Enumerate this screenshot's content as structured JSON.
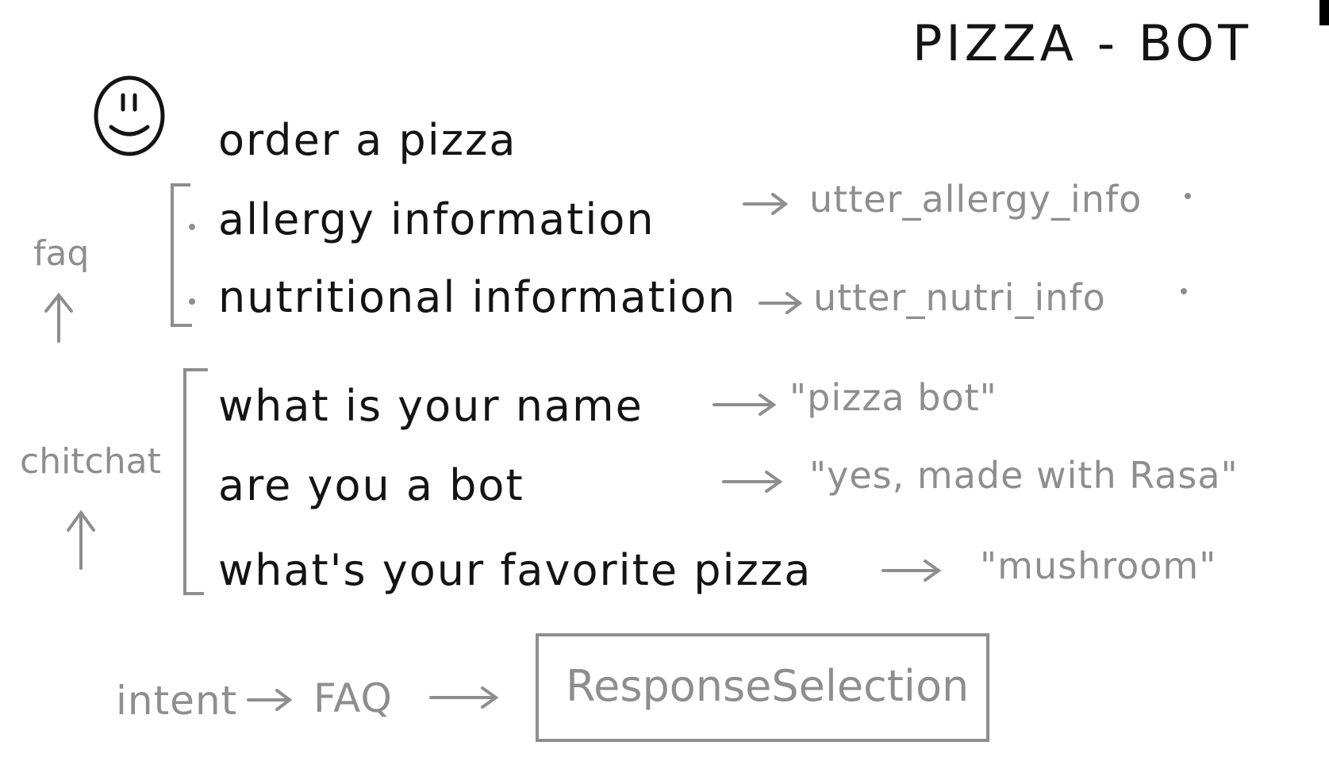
{
  "title": "PIZZA - BOT",
  "intents": [
    {
      "label": "order a pizza"
    },
    {
      "label": "allergy information",
      "response": "utter_allergy_info"
    },
    {
      "label": "nutritional information",
      "response": "utter_nutri_info"
    },
    {
      "label": "what is your name",
      "response": "\"pizza bot\""
    },
    {
      "label": "are you a bot",
      "response": "\"yes, made with Rasa\""
    },
    {
      "label": "what's your favorite pizza",
      "response": "\"mushroom\""
    }
  ],
  "groups": {
    "faq": "faq",
    "chitchat": "chitchat"
  },
  "flow": {
    "intent": "intent",
    "faq": "FAQ",
    "box": "ResponseSelection"
  },
  "colors": {
    "ink": "#141414",
    "gray_ink": "#8e8e8e"
  }
}
